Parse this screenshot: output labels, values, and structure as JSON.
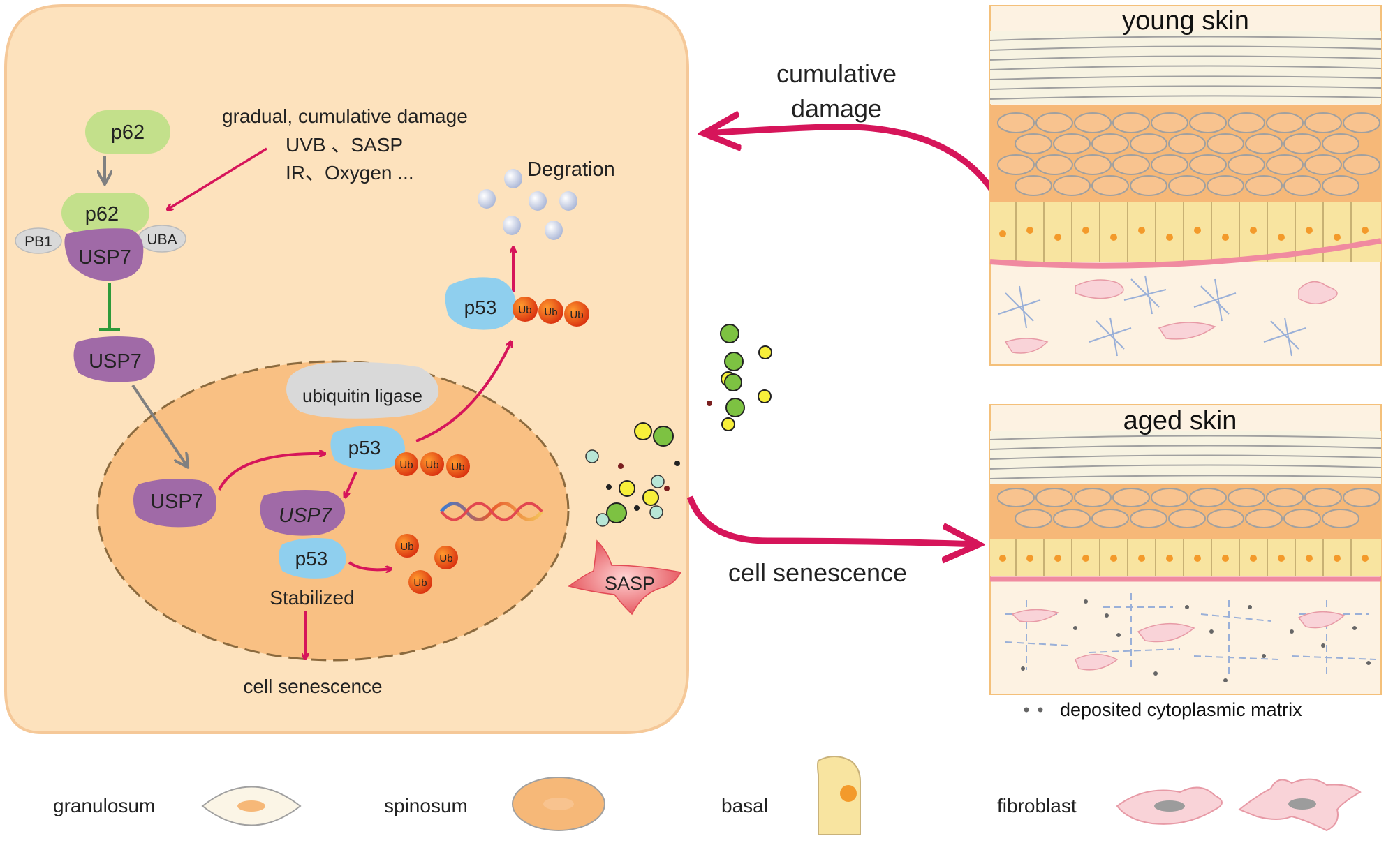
{
  "cell_panel": {
    "p62_top": "p62",
    "p62_bound": "p62",
    "pb1": "PB1",
    "uba": "UBA",
    "usp7_complex": "USP7",
    "usp7_free": "USP7",
    "usp7_nuclear": "USP7",
    "usp7_bound": "USP7",
    "damage_title": "gradual, cumulative damage",
    "damage_line2": "UVB 、SASP",
    "damage_line3": "IR、Oxygen ...",
    "degration": "Degration",
    "p53_cyto": "p53",
    "p53_nuclear": "p53",
    "p53_bound": "p53",
    "ubiquitin_ligase": "ubiquitin ligase",
    "ub": "Ub",
    "stabilized": "Stabilized",
    "cell_senescence": "cell senescence",
    "sasp": "SASP"
  },
  "arrows": {
    "cumulative_line1": "cumulative",
    "cumulative_line2": "damage",
    "cell_senescence": "cell senescence"
  },
  "skin_panels": {
    "young_title": "young skin",
    "aged_title": "aged skin",
    "matrix_note": "deposited cytoplasmic matrix"
  },
  "legend": {
    "granulosum": "granulosum",
    "spinosum": "spinosum",
    "basal": "basal",
    "fibroblast": "fibroblast"
  },
  "colors": {
    "cell_bg": "#fde2bd",
    "nucleus": "#f9c083",
    "arrow_red": "#d6155a",
    "p62_green": "#c3e08b",
    "usp7_purple": "#a06aa7",
    "p53_blue": "#8fcfee",
    "ub_orange": "#e8561d",
    "inhibit_green": "#2e9a3a"
  }
}
